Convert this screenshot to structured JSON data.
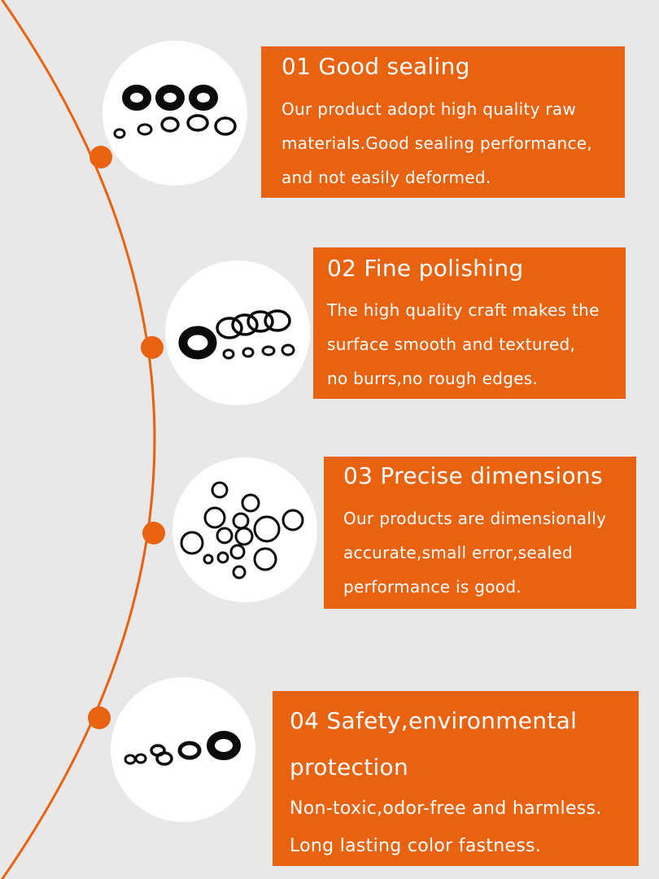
{
  "colors": {
    "accent": "#e96210",
    "background": "#e8e8e8",
    "rubber": "#0b0b0b"
  },
  "features": [
    {
      "title": "01 Good sealing",
      "lines": [
        "Our product adopt high quality raw",
        "materials.Good sealing performance,",
        "and not easily deformed."
      ]
    },
    {
      "title": "02 Fine polishing",
      "lines": [
        "The high quality craft makes the",
        "surface smooth and textured,",
        "no burrs,no rough edges."
      ]
    },
    {
      "title": "03 Precise dimensions",
      "lines": [
        "Our products are dimensionally",
        "accurate,small error,sealed",
        "performance is good."
      ]
    },
    {
      "title_lines": [
        "04 Safety,environmental",
        "protection"
      ],
      "lines": [
        "Non-toxic,odor-free and harmless.",
        "Long lasting color fastness."
      ]
    }
  ]
}
